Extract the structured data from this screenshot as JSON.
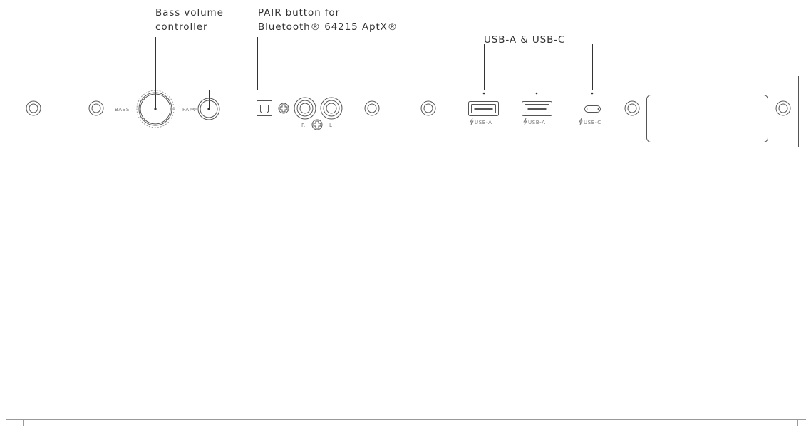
{
  "callouts": {
    "bass": {
      "line1": "Bass volume",
      "line2": "controller"
    },
    "pair": {
      "line1": "PAIR button for",
      "line2": "Bluetooth® 64215 AptX®"
    },
    "usb": {
      "line1": "USB-A & USB-C"
    }
  },
  "panel_labels": {
    "bass": "BASS",
    "pair": "PAIR",
    "rca_right": "R",
    "rca_left": "L",
    "usb_a_1": "USB-A",
    "usb_a_2": "USB-A",
    "usb_c": "USB-C"
  },
  "colors": {
    "stroke": "#555555",
    "light_stroke": "#9a9a9a",
    "text": "#333333"
  },
  "icons": {
    "charge": "lightning-bolt-icon",
    "ground": "ground-plus-icon"
  }
}
